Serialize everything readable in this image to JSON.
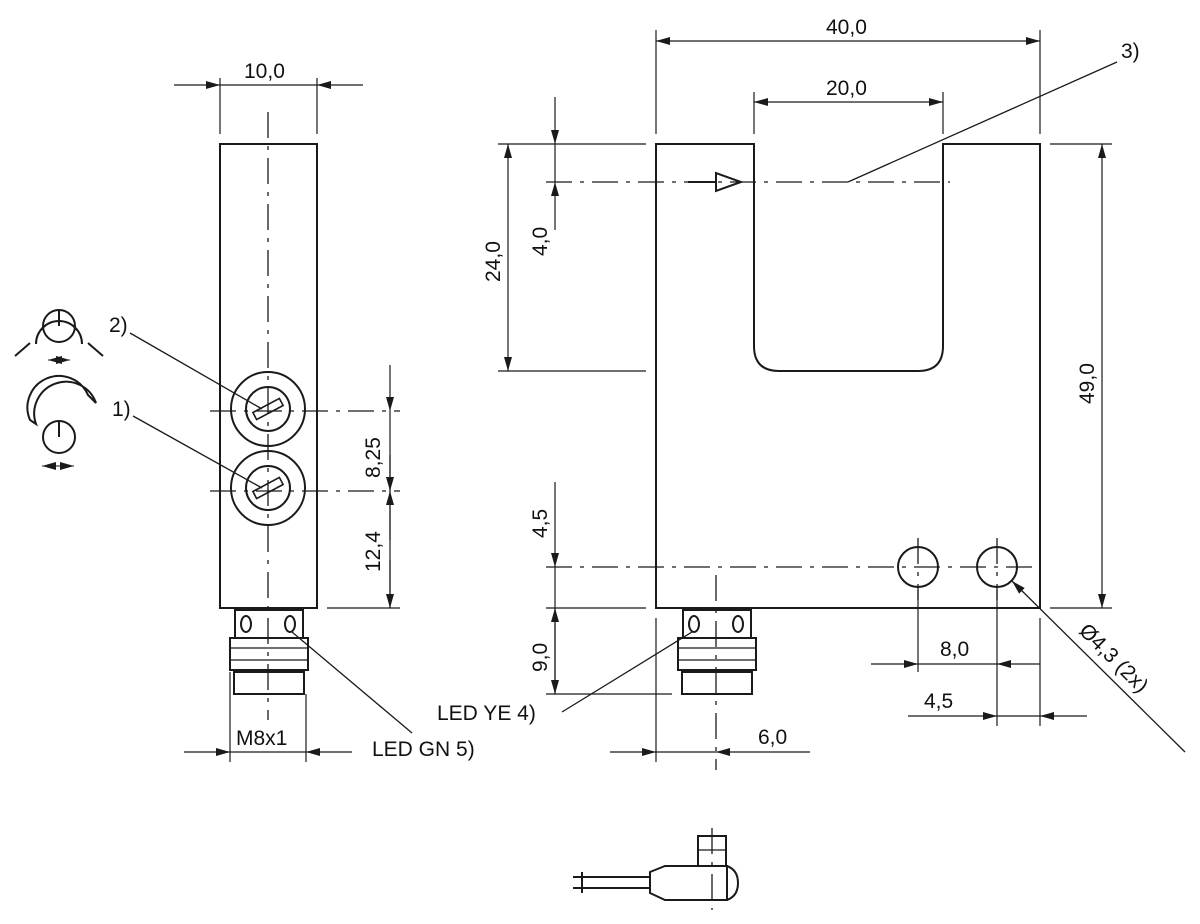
{
  "dimensions": {
    "width_side": "10,0",
    "overall_width": "40,0",
    "slot_width": "20,0",
    "slot_depth": "24,0",
    "beam_offset": "4,0",
    "overall_height": "49,0",
    "pot_spacing": "8,25",
    "pot_to_bottom": "12,4",
    "hole_offset_vertical": "4,5",
    "connector_length": "9,0",
    "connector_offset": "6,0",
    "hole_spacing": "8,0",
    "hole_edge": "4,5",
    "hole_diameter": "Ø4,3 (2x)",
    "thread": "M8x1"
  },
  "callouts": {
    "pot1": "1)",
    "pot2": "2)",
    "optical_axis": "3)",
    "led_yellow": "LED YE 4)",
    "led_green": "LED GN 5)"
  }
}
